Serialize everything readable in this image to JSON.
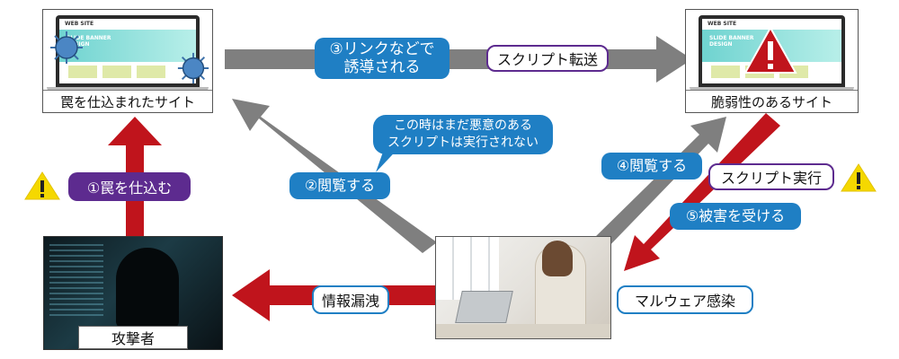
{
  "sites": {
    "trap": {
      "label": "罠を仕込まれたサイト",
      "screen_header": "WEB SITE",
      "screen_banner": "SLIDE BANNER\nDESIGN"
    },
    "vulnerable": {
      "label": "脆弱性のあるサイト",
      "screen_header": "WEB SITE",
      "screen_banner": "SLIDE BANNER\nDESIGN"
    }
  },
  "actors": {
    "attacker": {
      "label": "攻撃者"
    }
  },
  "steps": {
    "step1": "①罠を仕込む",
    "step2": "②閲覧する",
    "step3": "③リンクなどで\n誘導される",
    "step4": "④閲覧する",
    "step5": "⑤被害を受ける"
  },
  "labels": {
    "script_transfer": "スクリプト転送",
    "script_exec": "スクリプト実行",
    "info_leak": "情報漏洩",
    "malware": "マルウェア感染"
  },
  "callout": {
    "text": "この時はまだ悪意のある\nスクリプトは実行されない"
  },
  "icons": {
    "warning": "warning-icon",
    "virus": "virus-icon",
    "alert": "alert-triangle-icon"
  },
  "colors": {
    "gray_arrow": "#7f7f7f",
    "red_arrow": "#c0141c",
    "blue_pill": "#1f7fc4",
    "purple_pill": "#5d2b8f",
    "warning_yellow": "#f5d800"
  }
}
